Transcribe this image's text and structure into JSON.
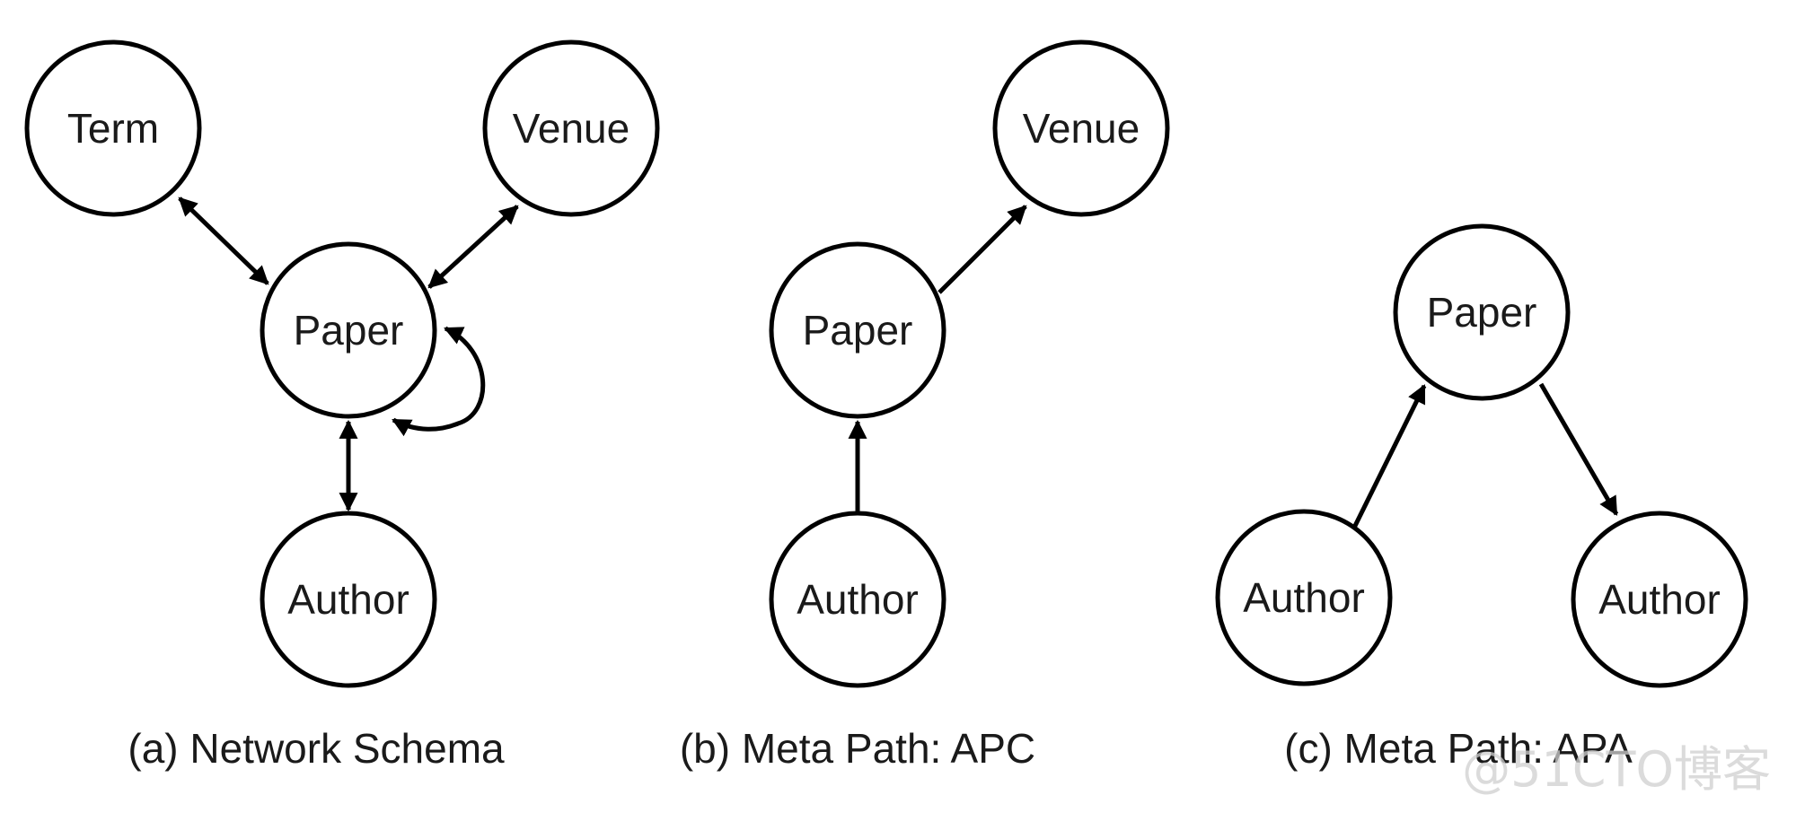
{
  "panels": [
    {
      "id": "a",
      "caption": "(a) Network Schema",
      "nodes": [
        "Term",
        "Venue",
        "Paper",
        "Author"
      ]
    },
    {
      "id": "b",
      "caption": "(b) Meta Path: APC",
      "nodes": [
        "Venue",
        "Paper",
        "Author"
      ]
    },
    {
      "id": "c",
      "caption": "(c) Meta Path: APA",
      "nodes": [
        "Paper",
        "Author",
        "Author"
      ]
    }
  ],
  "watermark": "@51CTO博客",
  "colors": {
    "stroke": "#000000",
    "text": "#1a1a1a",
    "background": "#ffffff",
    "watermark": "#cfcfcf"
  }
}
